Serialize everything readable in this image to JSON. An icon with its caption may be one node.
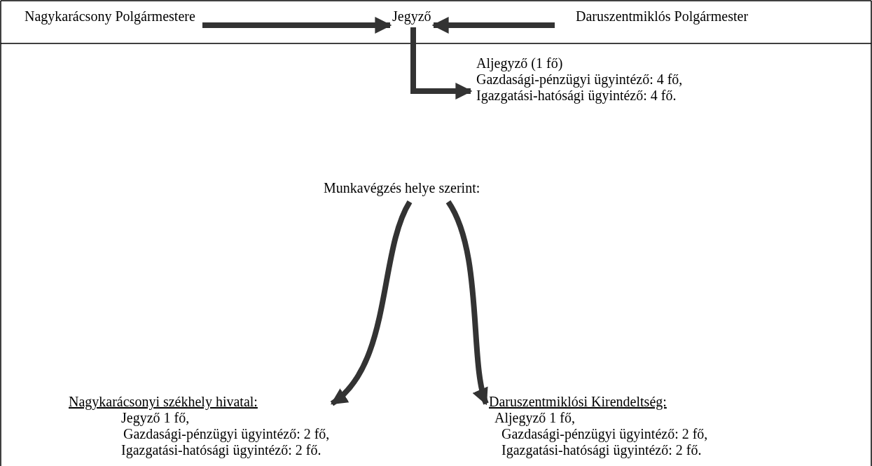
{
  "diagram": {
    "nodes": [
      {
        "text": [
          "Nagykarácsony Polgármestere"
        ]
      },
      {
        "text": [
          "Jegyző"
        ]
      },
      {
        "text": [
          "Daruszentmiklós Polgármester"
        ]
      },
      {
        "text": [
          "Aljegyző (1 fő)",
          "Gazdasági-pénzügyi ügyintéző: 4 fő,",
          "Igazgatási-hatósági ügyintéző: 4 fő."
        ]
      },
      {
        "text": [
          "Munkavégzés helye szerint:"
        ]
      },
      {
        "text": [
          "Nagykarácsonyi székhely hivatal:",
          "Jegyző 1 fő,",
          "Gazdasági-pénzügyi ügyintéző: 2 fő,",
          "Igazgatási-hatósági ügyintéző: 2 fő."
        ]
      },
      {
        "text": [
          "Daruszentmiklósi Kirendeltség:",
          "Aljegyző 1 fő,",
          "Gazdasági-pénzügyi ügyintéző: 2 fő,",
          "Igazgatási-hatósági ügyintéző: 2 fő."
        ]
      }
    ],
    "edges": [
      {
        "from": 0,
        "to": 1,
        "arrow": "to"
      },
      {
        "from": 2,
        "to": 1,
        "arrow": "to"
      },
      {
        "from": 1,
        "to": 3,
        "arrow": "to"
      },
      {
        "from": 4,
        "to": 5,
        "arrow": "to"
      },
      {
        "from": 4,
        "to": 6,
        "arrow": "to"
      }
    ]
  }
}
